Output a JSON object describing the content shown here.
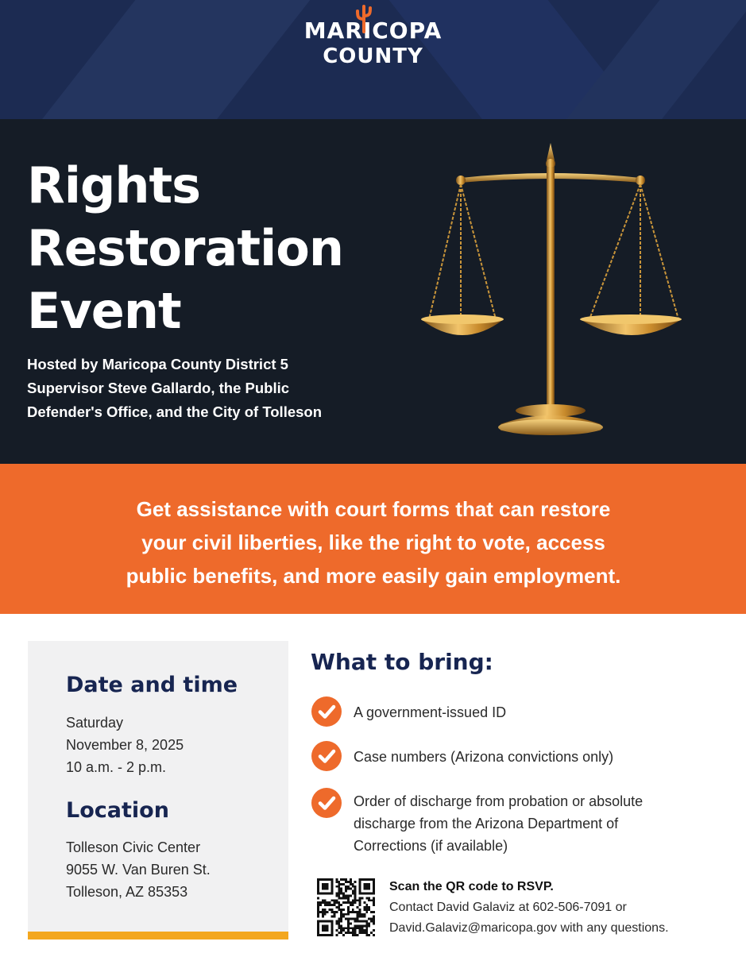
{
  "header": {
    "logo_line1": "MARICOPA",
    "logo_line2": "COUNTY",
    "logo_icon": "cactus-icon"
  },
  "hero": {
    "title_lines": [
      "Rights",
      "Restoration",
      "Event"
    ],
    "host_lines": [
      "Hosted by Maricopa County District 5",
      "Supervisor Steve Gallardo, the Public",
      "Defender's Office, and the City of Tolleson"
    ],
    "image_icon": "scales-of-justice-icon"
  },
  "band": {
    "lines": [
      "Get assistance with court forms that can restore",
      "your civil liberties, like the right to vote, access",
      "public benefits, and more easily gain employment."
    ]
  },
  "details": {
    "date_heading": "Date and time",
    "date_lines": [
      "Saturday",
      "November 8, 2025",
      "10 a.m. - 2 p.m."
    ],
    "location_heading": "Location",
    "location_lines": [
      "Tolleson Civic Center",
      "9055 W. Van Buren St.",
      "Tolleson, AZ 85353"
    ]
  },
  "bring": {
    "heading": "What to bring:",
    "items": [
      "A government-issued ID",
      "Case numbers (Arizona convictions only)",
      "Order of discharge from probation or absolute discharge from the Arizona Department of Corrections (if available)"
    ],
    "item_icon": "checkmark-icon"
  },
  "rsvp": {
    "heading": "Scan the QR code to RSVP.",
    "contact_line1": "Contact David Galaviz at 602-506-7091 or",
    "contact_line2": "David.Galaviz@maricopa.gov with any questions.",
    "qr_icon": "qr-code-icon"
  },
  "colors": {
    "navy": "#1c2b52",
    "dark": "#151c26",
    "orange": "#ee6a2b",
    "gold": "#f3a71f",
    "heading_navy": "#172551",
    "card_gray": "#f1f1f2"
  }
}
